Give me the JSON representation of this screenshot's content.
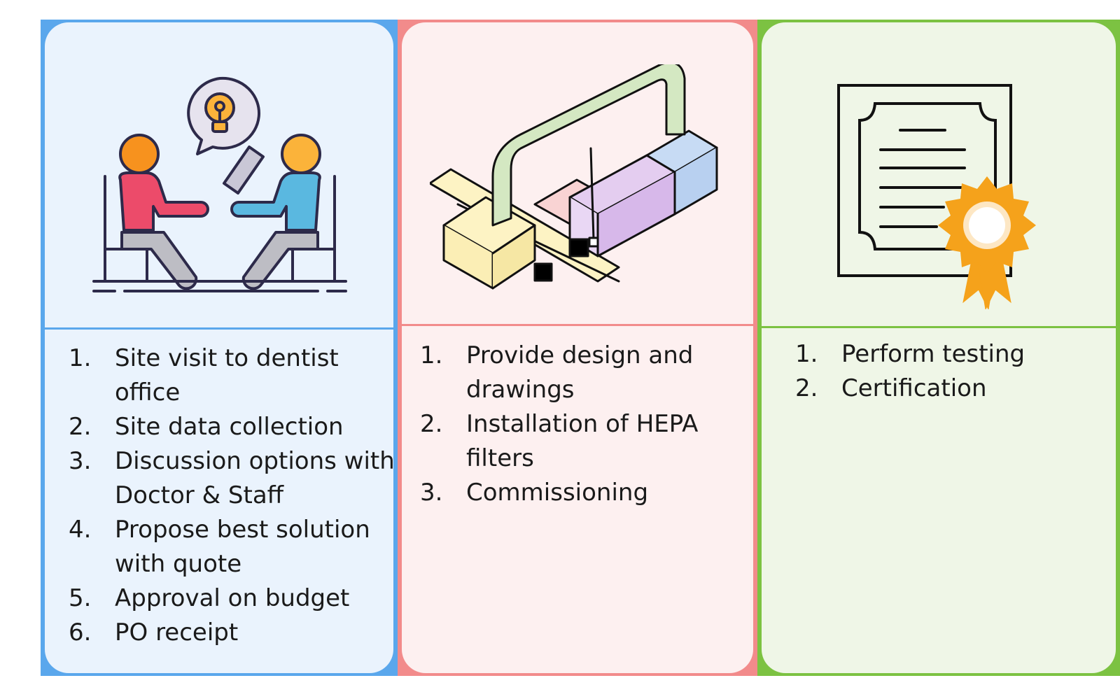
{
  "panels": [
    {
      "illustration": "consultation-meeting-icon",
      "accent": "#5aa7ec",
      "background": "#eaf3fd",
      "steps": [
        {
          "num": "1.",
          "text": "Site visit to dentist office"
        },
        {
          "num": "2.",
          "text": "Site data collection"
        },
        {
          "num": "3.",
          "text": "Discussion options with Doctor & Staff"
        },
        {
          "num": "4.",
          "text": "Propose best solution with quote"
        },
        {
          "num": "5.",
          "text": "Approval on budget"
        },
        {
          "num": "6.",
          "text": "PO receipt"
        }
      ]
    },
    {
      "illustration": "hvac-ductwork-icon",
      "accent": "#f28b8b",
      "background": "#fdf0f0",
      "steps": [
        {
          "num": "1.",
          "text": "Provide design and drawings"
        },
        {
          "num": "2.",
          "text": "Installation of HEPA filters"
        },
        {
          "num": "3.",
          "text": "Commissioning"
        }
      ]
    },
    {
      "illustration": "certificate-icon",
      "accent": "#7cc242",
      "background": "#eff6e7",
      "steps": [
        {
          "num": "1.",
          "text": "Perform testing"
        },
        {
          "num": "2.",
          "text": "Certification"
        }
      ]
    }
  ]
}
